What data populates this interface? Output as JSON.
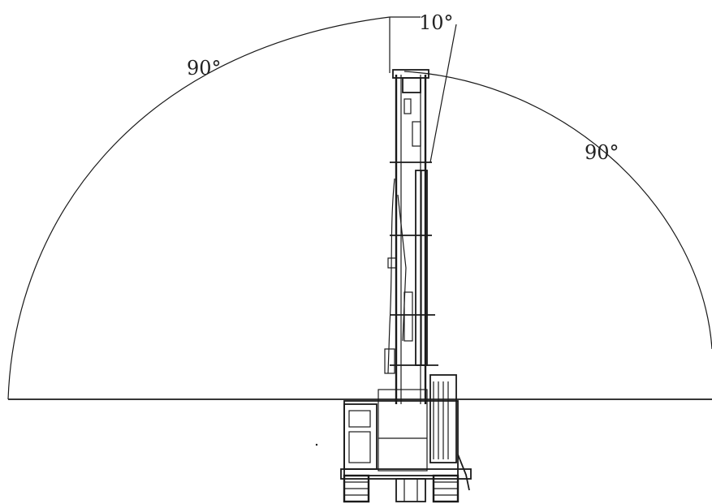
{
  "diagram": {
    "labels": {
      "left_swing": "90°",
      "tilt": "10°",
      "right_swing": "90°"
    },
    "colors": {
      "line": "#1a1a1a",
      "label": "#222222",
      "background": "#ffffff"
    }
  }
}
